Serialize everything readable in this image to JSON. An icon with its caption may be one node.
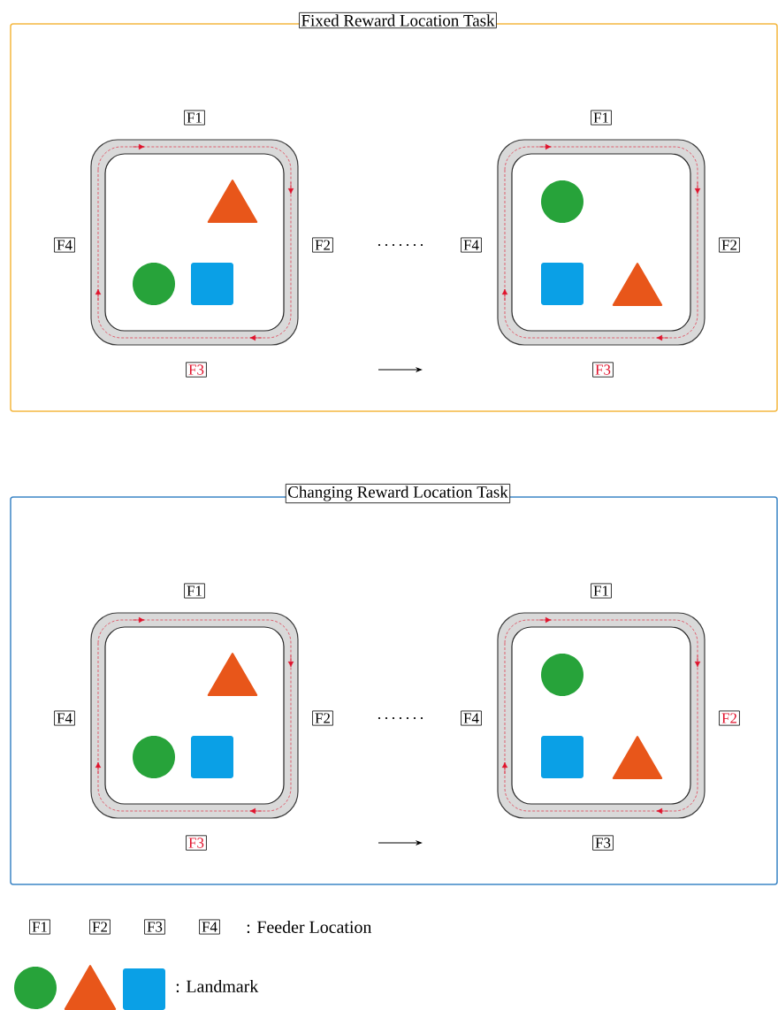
{
  "diagram": {
    "nodes": [
      {
        "text": [
          "Fixed Reward Location Task"
        ]
      },
      {
        "text": [
          "F1"
        ],
        "in": 0
      },
      {
        "text": [
          "F4"
        ],
        "in": 0
      },
      {
        "text": [
          "F2"
        ],
        "in": 0
      },
      {
        "text": [
          "F3"
        ],
        "in": 0
      },
      {
        "text": [
          "F1"
        ],
        "in": 0
      },
      {
        "text": [
          "F4"
        ],
        "in": 0
      },
      {
        "text": [
          "F2"
        ],
        "in": 0
      },
      {
        "text": [
          "F3"
        ],
        "in": 0
      },
      {
        "text": [
          "Changing Reward Location Task"
        ]
      },
      {
        "text": [
          "F1"
        ],
        "in": 9
      },
      {
        "text": [
          "F4"
        ],
        "in": 9
      },
      {
        "text": [
          "F2"
        ],
        "in": 9
      },
      {
        "text": [
          "F3"
        ],
        "in": 9
      },
      {
        "text": [
          "F1"
        ],
        "in": 9
      },
      {
        "text": [
          "F4"
        ],
        "in": 9
      },
      {
        "text": [
          "F2"
        ],
        "in": 9
      },
      {
        "text": [
          "F3"
        ],
        "in": 9
      },
      {
        "text": [
          "F1"
        ]
      },
      {
        "text": [
          "F2"
        ]
      },
      {
        "text": [
          "F3"
        ]
      },
      {
        "text": [
          "F4"
        ]
      }
    ],
    "legend": [
      {
        "text": ": Feeder Location"
      },
      {
        "text": ": Landmark"
      }
    ]
  }
}
